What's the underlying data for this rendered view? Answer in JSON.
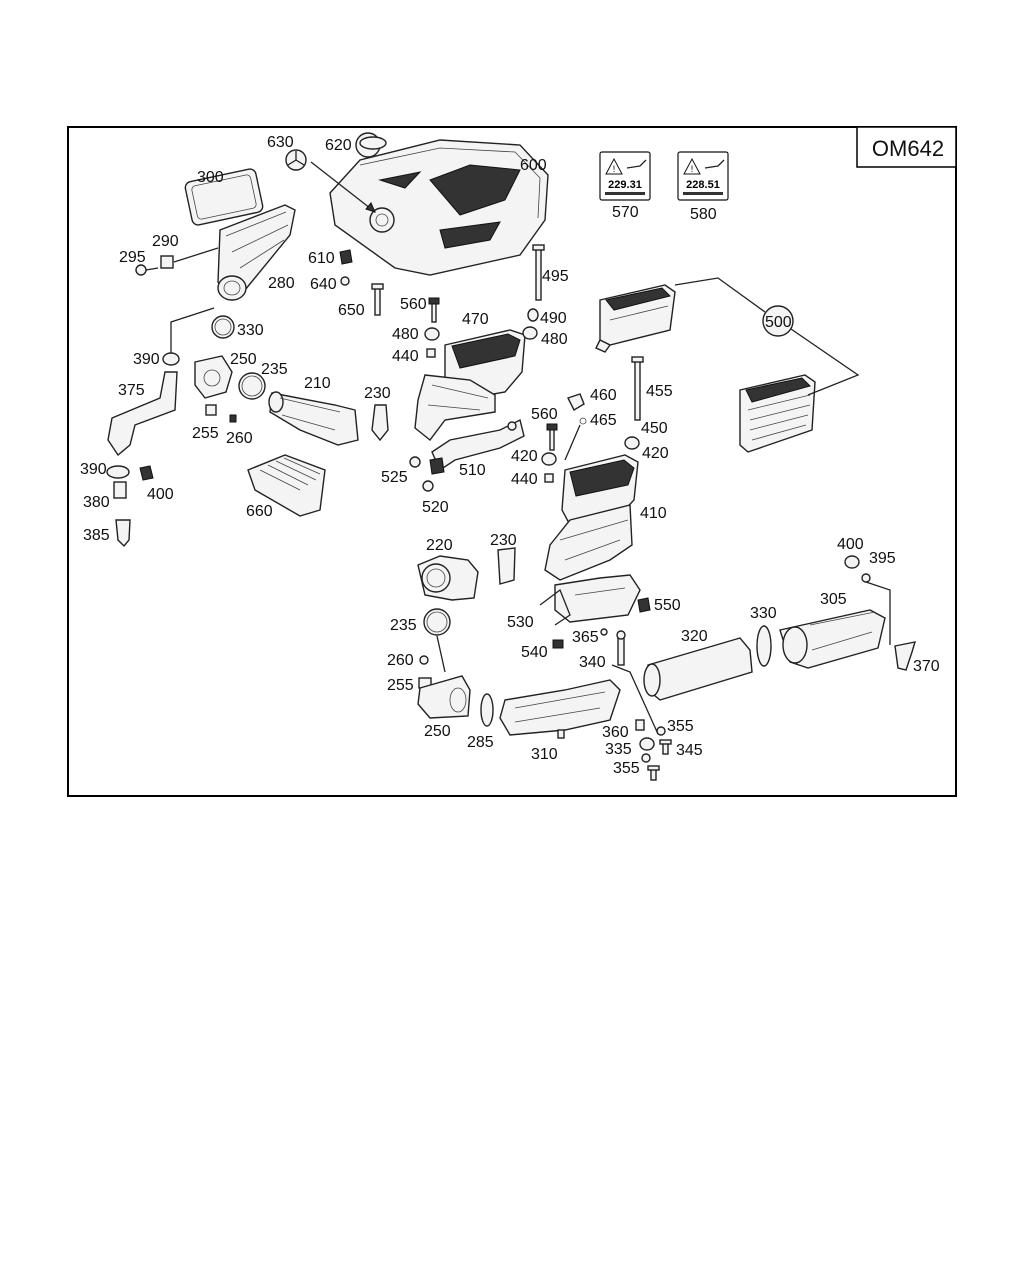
{
  "engine_code": "OM642",
  "warning_labels": [
    {
      "number": "229.31",
      "part": "570"
    },
    {
      "number": "228.51",
      "part": "580"
    }
  ],
  "callouts": {
    "c630": "630",
    "c620": "620",
    "c600": "600",
    "c300": "300",
    "c290": "290",
    "c295": "295",
    "c280": "280",
    "c610": "610",
    "c640": "640",
    "c650": "650",
    "c495": "495",
    "c560a": "560",
    "c470": "470",
    "c490": "490",
    "c480a": "480",
    "c480b": "480",
    "c440a": "440",
    "c330a": "330",
    "c390a": "390",
    "c250a": "250",
    "c235a": "235",
    "c210": "210",
    "c230a": "230",
    "c375": "375",
    "c255a": "255",
    "c260a": "260",
    "c390b": "390",
    "c400a": "400",
    "c380": "380",
    "c385": "385",
    "c660": "660",
    "c525": "525",
    "c510": "510",
    "c520": "520",
    "c500": "500",
    "c460": "460",
    "c465": "465",
    "c455": "455",
    "c560b": "560",
    "c450": "450",
    "c420a": "420",
    "c420b": "420",
    "c440b": "440",
    "c410": "410",
    "c220": "220",
    "c230b": "230",
    "c235b": "235",
    "c260b": "260",
    "c255b": "255",
    "c250b": "250",
    "c285": "285",
    "c310": "310",
    "c530": "530",
    "c550": "550",
    "c365": "365",
    "c540": "540",
    "c340": "340",
    "c320": "320",
    "c330b": "330",
    "c305": "305",
    "c400b": "400",
    "c395": "395",
    "c370": "370",
    "c360": "360",
    "c355a": "355",
    "c335": "335",
    "c345": "345",
    "c355b": "355"
  }
}
